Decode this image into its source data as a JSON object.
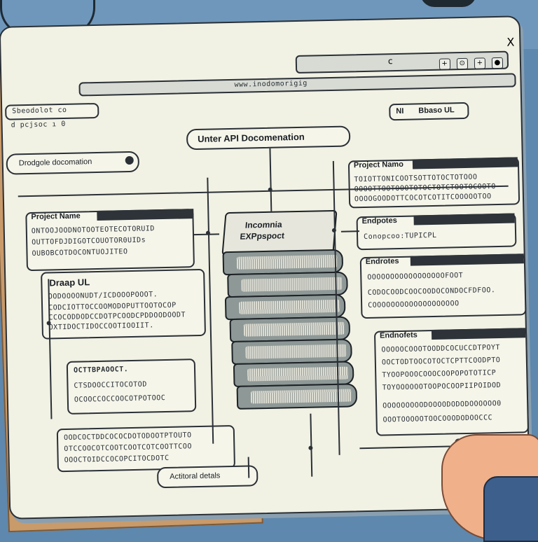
{
  "window": {
    "close_glyph": "X",
    "controls": [
      "+",
      "⊙",
      "+",
      "●"
    ],
    "url": "www.inodomorigig",
    "small_mark": "c"
  },
  "top_left": {
    "line1": "Sbeodolot co",
    "line2": "d pcjsoc ı  0"
  },
  "top_right_tag": {
    "left": "NI",
    "right": "Bbaso UL"
  },
  "main_title": "Unter API Docomenation",
  "search": {
    "label": "Drodgole docomation"
  },
  "left_panel": {
    "title": "Project Name",
    "lines": [
      "ONTOOJOODNOTOOTEOTECOTORUID",
      "OUTTOFDJDIGOTCOUOTOR0UIDs",
      "OUBOBCOTDOCONTUOJITEO"
    ]
  },
  "drop_panel": {
    "title": "Draap UL",
    "lines": [
      "OODOOOONUDT/ICDOOOPOOOT.",
      "CODCIOTTOCCOOMODOPUTTOOTOCOP",
      "CCOCODDODCCDOTPCOODCPDDOODOODT",
      "OXTIDOCTIDOCCOOTIOOIIT."
    ]
  },
  "center_book": {
    "line1": "Incomnia",
    "line2": "EXPpspoct"
  },
  "mid_left_panel": {
    "title": "OCTTBPAOOCT.",
    "lines": [
      "CTSDOOCCITOCOTOD",
      "OCOOCCOCCOOCOTPOTOOC"
    ]
  },
  "bottom_left_panel": {
    "lines": [
      "OODCOCTDDCOCOCDOTODOOTPTOUTO",
      "OTCCOOCOTCOOTCOOTCOTCOOTTCOO",
      "OOOCTOIDCCOCOPCITOCDOTC"
    ],
    "button": "Actitoral detals"
  },
  "right_panel_1": {
    "title": "Project Namo",
    "lines": [
      "TOIOTTONICOOTSOTTOTOCTOTOOO",
      "OOOOTTOOTOOOTOTOCTOTCTOOTOCOOTO",
      "OOOOGOODOTTCOCOTCOTITCOOOOOTOO"
    ]
  },
  "right_panel_2": {
    "title": "Endpotes",
    "sub": "Conopcoo:TUPICPL"
  },
  "right_panel_3": {
    "title": "Endrotes",
    "lines": [
      "OOOOOOOOOOOOOOOOOFOOT",
      "CODOCOODCOOCOODOCONDOCFDFOO.",
      "COOOOOOOOOOOOOOOOOOO"
    ]
  },
  "right_panel_4": {
    "title": "Endnofets",
    "lines": [
      "OOOOOCOOOTOODDCOCUCCDTPOYT",
      "OOCTODTOOCOTOCTCPTTCOODPTO",
      "TYOOPOOOCOOOCOOPOPOTOTICP",
      "TOYOOOOOOTOOPOCOOPIIPOIDOD",
      "OOOOOOOOODOOOODODODOOOOOO0",
      "OOOTOOOOOTOOCOOODODOOCCC"
    ]
  },
  "colors": {
    "paper": "#f1f1e4",
    "ink": "#2a3036",
    "desk": "#5e88ad",
    "folder": "#c99a6a"
  }
}
